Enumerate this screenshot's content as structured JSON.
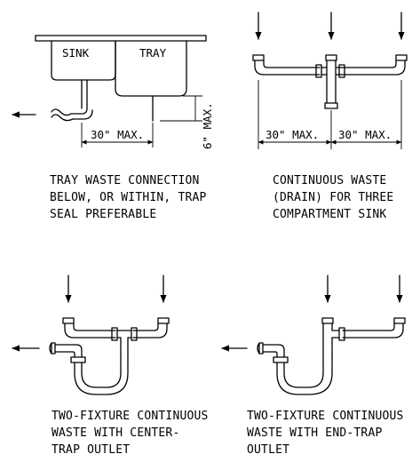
{
  "diagram1": {
    "sink_label": "SINK",
    "tray_label": "TRAY",
    "width_dim": "30\" MAX.",
    "height_dim": "6\" MAX.",
    "caption": [
      "TRAY WASTE CONNECTION",
      "BELOW, OR WITHIN, TRAP",
      "SEAL PREFERABLE"
    ]
  },
  "diagram2": {
    "dim_left": "30\" MAX.",
    "dim_right": "30\" MAX.",
    "caption": [
      "CONTINUOUS WASTE",
      "(DRAIN) FOR THREE",
      "COMPARTMENT SINK"
    ]
  },
  "diagram3": {
    "caption": [
      "TWO-FIXTURE CONTINUOUS",
      "WASTE WITH CENTER-",
      "TRAP OUTLET"
    ]
  },
  "diagram4": {
    "caption": [
      "TWO-FIXTURE CONTINUOUS",
      "WASTE WITH END-TRAP",
      "OUTLET"
    ]
  }
}
